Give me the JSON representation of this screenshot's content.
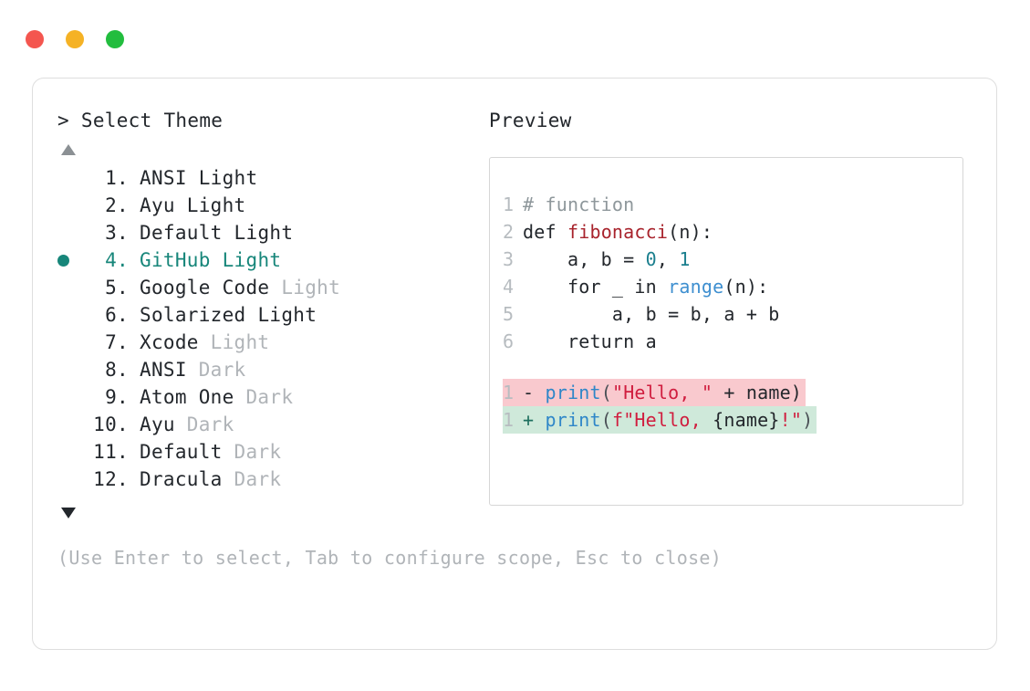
{
  "window": {
    "dots": [
      {
        "name": "close",
        "color": "#f4564f"
      },
      {
        "name": "minimize",
        "color": "#f5b225"
      },
      {
        "name": "maximize",
        "color": "#22bd3e"
      }
    ]
  },
  "theme_panel": {
    "title": "> Select Theme",
    "scroll_up_icon": "triangle-up-icon",
    "scroll_down_icon": "triangle-down-icon",
    "selected_index": 4,
    "accent_color": "#17867a",
    "items": [
      {
        "index": "1.",
        "label": "ANSI",
        "suffix": " Light",
        "suffix_dim": false,
        "selected": false
      },
      {
        "index": "2.",
        "label": "Ayu",
        "suffix": " Light",
        "suffix_dim": false,
        "selected": false
      },
      {
        "index": "3.",
        "label": "Default",
        "suffix": " Light",
        "suffix_dim": false,
        "selected": false
      },
      {
        "index": "4.",
        "label": "GitHub",
        "suffix": " Light",
        "suffix_dim": false,
        "selected": true
      },
      {
        "index": "5.",
        "label": "Google Code",
        "suffix": " Light",
        "suffix_dim": true,
        "selected": false
      },
      {
        "index": "6.",
        "label": "Solarized",
        "suffix": " Light",
        "suffix_dim": false,
        "selected": false
      },
      {
        "index": "7.",
        "label": "Xcode",
        "suffix": " Light",
        "suffix_dim": true,
        "selected": false
      },
      {
        "index": "8.",
        "label": "ANSI",
        "suffix": " Dark",
        "suffix_dim": true,
        "selected": false
      },
      {
        "index": "9.",
        "label": "Atom One",
        "suffix": " Dark",
        "suffix_dim": true,
        "selected": false
      },
      {
        "index": "10.",
        "label": "Ayu",
        "suffix": " Dark",
        "suffix_dim": true,
        "selected": false
      },
      {
        "index": "11.",
        "label": "Default",
        "suffix": " Dark",
        "suffix_dim": true,
        "selected": false
      },
      {
        "index": "12.",
        "label": "Dracula",
        "suffix": " Dark",
        "suffix_dim": true,
        "selected": false
      }
    ],
    "hint": "(Use Enter to select, Tab to configure scope, Esc to close)"
  },
  "preview_panel": {
    "title": "Preview",
    "code_lines": [
      {
        "gutter": "1",
        "tokens": [
          {
            "t": "# function",
            "c": "tok-comment"
          }
        ]
      },
      {
        "gutter": "2",
        "tokens": [
          {
            "t": "def ",
            "c": "tok-keyword"
          },
          {
            "t": "fibonacci",
            "c": "tok-funcdef"
          },
          {
            "t": "(n):",
            "c": "tok-plain"
          }
        ]
      },
      {
        "gutter": "3",
        "tokens": [
          {
            "t": "    a, b = ",
            "c": "tok-plain"
          },
          {
            "t": "0",
            "c": "tok-number"
          },
          {
            "t": ", ",
            "c": "tok-plain"
          },
          {
            "t": "1",
            "c": "tok-number"
          }
        ]
      },
      {
        "gutter": "4",
        "tokens": [
          {
            "t": "    for _ in ",
            "c": "tok-plain"
          },
          {
            "t": "range",
            "c": "tok-builtin"
          },
          {
            "t": "(n):",
            "c": "tok-plain"
          }
        ]
      },
      {
        "gutter": "5",
        "tokens": [
          {
            "t": "        a, b = b, a + b",
            "c": "tok-plain"
          }
        ]
      },
      {
        "gutter": "6",
        "tokens": [
          {
            "t": "    return a",
            "c": "tok-plain"
          }
        ]
      }
    ],
    "diff_lines": [
      {
        "kind": "removed",
        "gutter": "1",
        "sign": "-",
        "tokens": [
          {
            "t": "print",
            "c": "tok-call"
          },
          {
            "t": "(",
            "c": "tok-punct"
          },
          {
            "t": "\"Hello, \"",
            "c": "tok-string"
          },
          {
            "t": " + name)",
            "c": "tok-plain"
          }
        ]
      },
      {
        "kind": "added",
        "gutter": "1",
        "sign": "+",
        "tokens": [
          {
            "t": "print",
            "c": "tok-call"
          },
          {
            "t": "(",
            "c": "tok-punct"
          },
          {
            "t": "f\"Hello, ",
            "c": "tok-string"
          },
          {
            "t": "{name}",
            "c": "tok-plain"
          },
          {
            "t": "!\"",
            "c": "tok-string"
          },
          {
            "t": ")",
            "c": "tok-punct"
          }
        ]
      }
    ]
  }
}
